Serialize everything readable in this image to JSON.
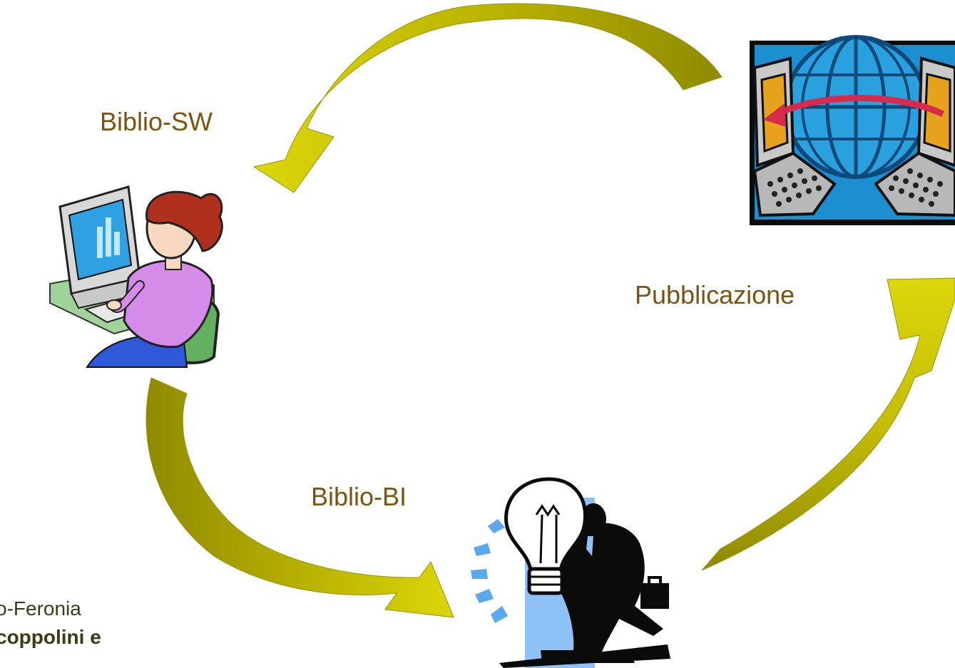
{
  "labels": {
    "biblio_sw": "Biblio-SW",
    "pubblicazione": "Pubblicazione",
    "biblio_bi": "Biblio-BI"
  },
  "footer": {
    "line1": "o-Feronia",
    "line2": "coppolini e"
  },
  "colors": {
    "label_text": "#7a5410",
    "footer_text": "#3d3a18",
    "arrow_light": "#d8d00a",
    "arrow_dark": "#8f8a00",
    "globe": "#1b8fd0",
    "monitor_screen": "#2fa0e0",
    "blouse": "#d58be8",
    "hair": "#b0301e",
    "idea_panel": "#8ec2f7",
    "laptop_screen": "#e6a21a",
    "exchange_arrow": "#d62b4a"
  },
  "icons": [
    "woman-at-computer-icon",
    "globe-laptops-icon",
    "idea-businessman-icon",
    "cycle-arrow-icon"
  ]
}
